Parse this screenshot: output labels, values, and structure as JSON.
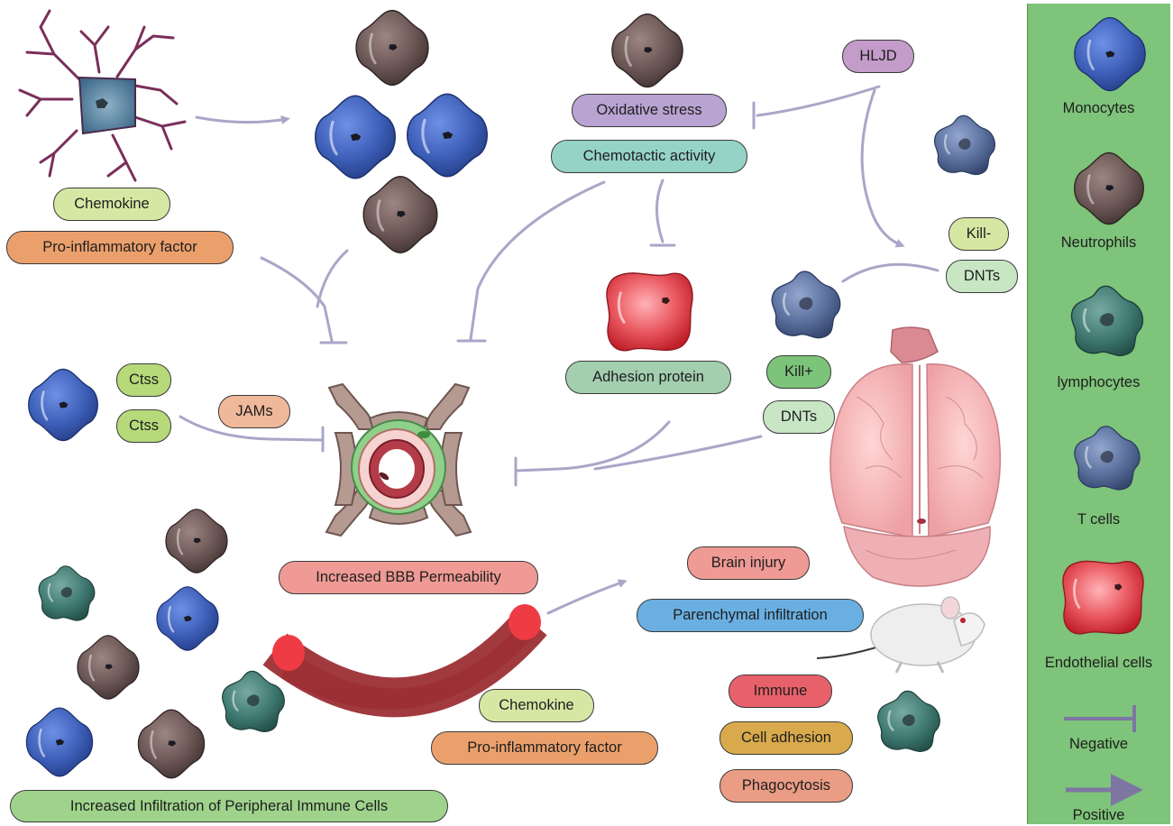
{
  "labels": {
    "chemokine_top": "Chemokine",
    "proinflam_top": "Pro-inflammatory factor",
    "oxidative_stress": "Oxidative stress",
    "chemotactic_activity": "Chemotactic activity",
    "hljd": "HLJD",
    "adhesion_protein": "Adhesion protein",
    "ctss_1": "Ctss",
    "ctss_2": "Ctss",
    "jams": "JAMs",
    "kill_minus": "Kill-",
    "dnts_1": "DNTs",
    "kill_plus": "Kill+",
    "dnts_2": "DNTs",
    "increased_bbb": "Increased BBB Permeability",
    "brain_injury": "Brain injury",
    "parenchymal": "Parenchymal infiltration",
    "chemokine_bottom": "Chemokine",
    "proinflam_bottom": "Pro-inflammatory factor",
    "immune": "Immune",
    "cell_adhesion": "Cell adhesion",
    "phagocytosis": "Phagocytosis",
    "increased_infiltration": "Increased Infiltration of Peripheral Immune Cells"
  },
  "legend": {
    "monocytes": "Monocytes",
    "neutrophils": "Neutrophils",
    "lymphocytes": "lymphocytes",
    "t_cells": "T cells",
    "endothelial": "Endothelial cells",
    "negative": "Negative",
    "positive": "Positive"
  },
  "colors": {
    "monocyte": "#3d5fb8",
    "neutrophil": "#6a5654",
    "lymphocyte": "#3f7a72",
    "t_cell": "#5a6f9c",
    "endothelial": "#e0363e",
    "arrow": "#a9a6c8",
    "legend_bg": "#7ec47a"
  },
  "icons": [
    "dendritic-cell-icon",
    "brain-icon",
    "mouse-icon",
    "blood-vessel-icon",
    "bbb-cross-section-icon"
  ]
}
